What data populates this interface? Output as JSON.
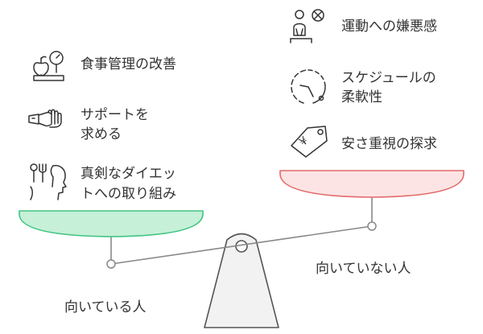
{
  "left_side": {
    "caption": "向いている人",
    "items": [
      {
        "label": "食事管理の改善",
        "icon": "scale-with-apple-icon"
      },
      {
        "label_line1": "サポートを",
        "label_line2": "求める",
        "icon": "helping-hand-icon"
      },
      {
        "label_line1": "真剣なダイエッ",
        "label_line2": "トへの取り組み",
        "icon": "head-with-fork-icon"
      }
    ]
  },
  "right_side": {
    "caption": "向いていない人",
    "items": [
      {
        "label": "運動への嫌悪感",
        "icon": "person-no-exercise-icon"
      },
      {
        "label_line1": "スケジュールの",
        "label_line2": "柔軟性",
        "icon": "clock-icon"
      },
      {
        "label": "安さ重視の探求",
        "icon": "yen-price-tag-icon",
        "tag_symbol": "¥"
      }
    ]
  },
  "colors": {
    "left_pan_fill": "#c6f0d8",
    "left_pan_stroke": "#41c483",
    "right_pan_fill": "#fde4e4",
    "right_pan_stroke": "#e26a6a",
    "stand_fill": "#f2f2f2",
    "stroke": "#555555"
  }
}
